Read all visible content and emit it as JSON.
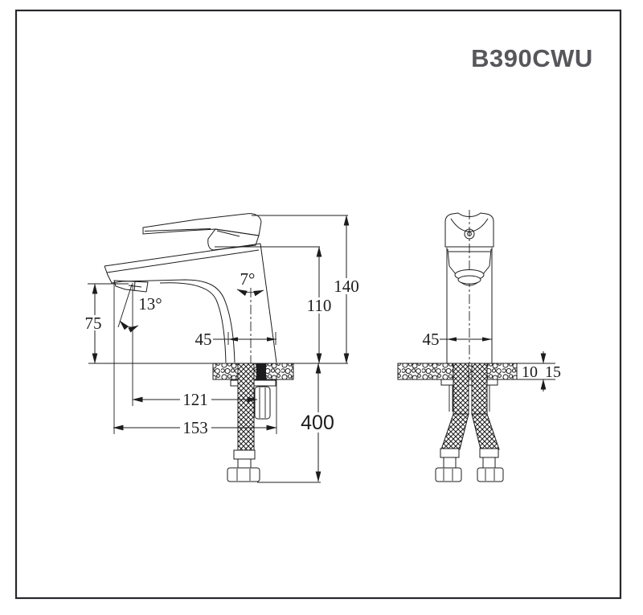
{
  "title": "B390CWU",
  "colors": {
    "line": "#1c1c1e",
    "title": "#57575b",
    "frame": "#28282c",
    "background": "#ffffff"
  },
  "side_view": {
    "label": "side elevation of basin mixer with supply hose",
    "dims": {
      "spout_outlet_height": "75",
      "spout_angle": "13°",
      "body_tilt_angle": "7°",
      "body_base_depth": "45",
      "height_to_spout_top": "110",
      "overall_height": "140",
      "spout_reach": "121",
      "overall_depth": "153",
      "hose_drop_length": "400"
    }
  },
  "front_view": {
    "label": "front elevation of basin mixer with twin supply hoses",
    "dims": {
      "body_width": "45",
      "countertop_thickness": "10",
      "mounting_depth": "15"
    }
  }
}
